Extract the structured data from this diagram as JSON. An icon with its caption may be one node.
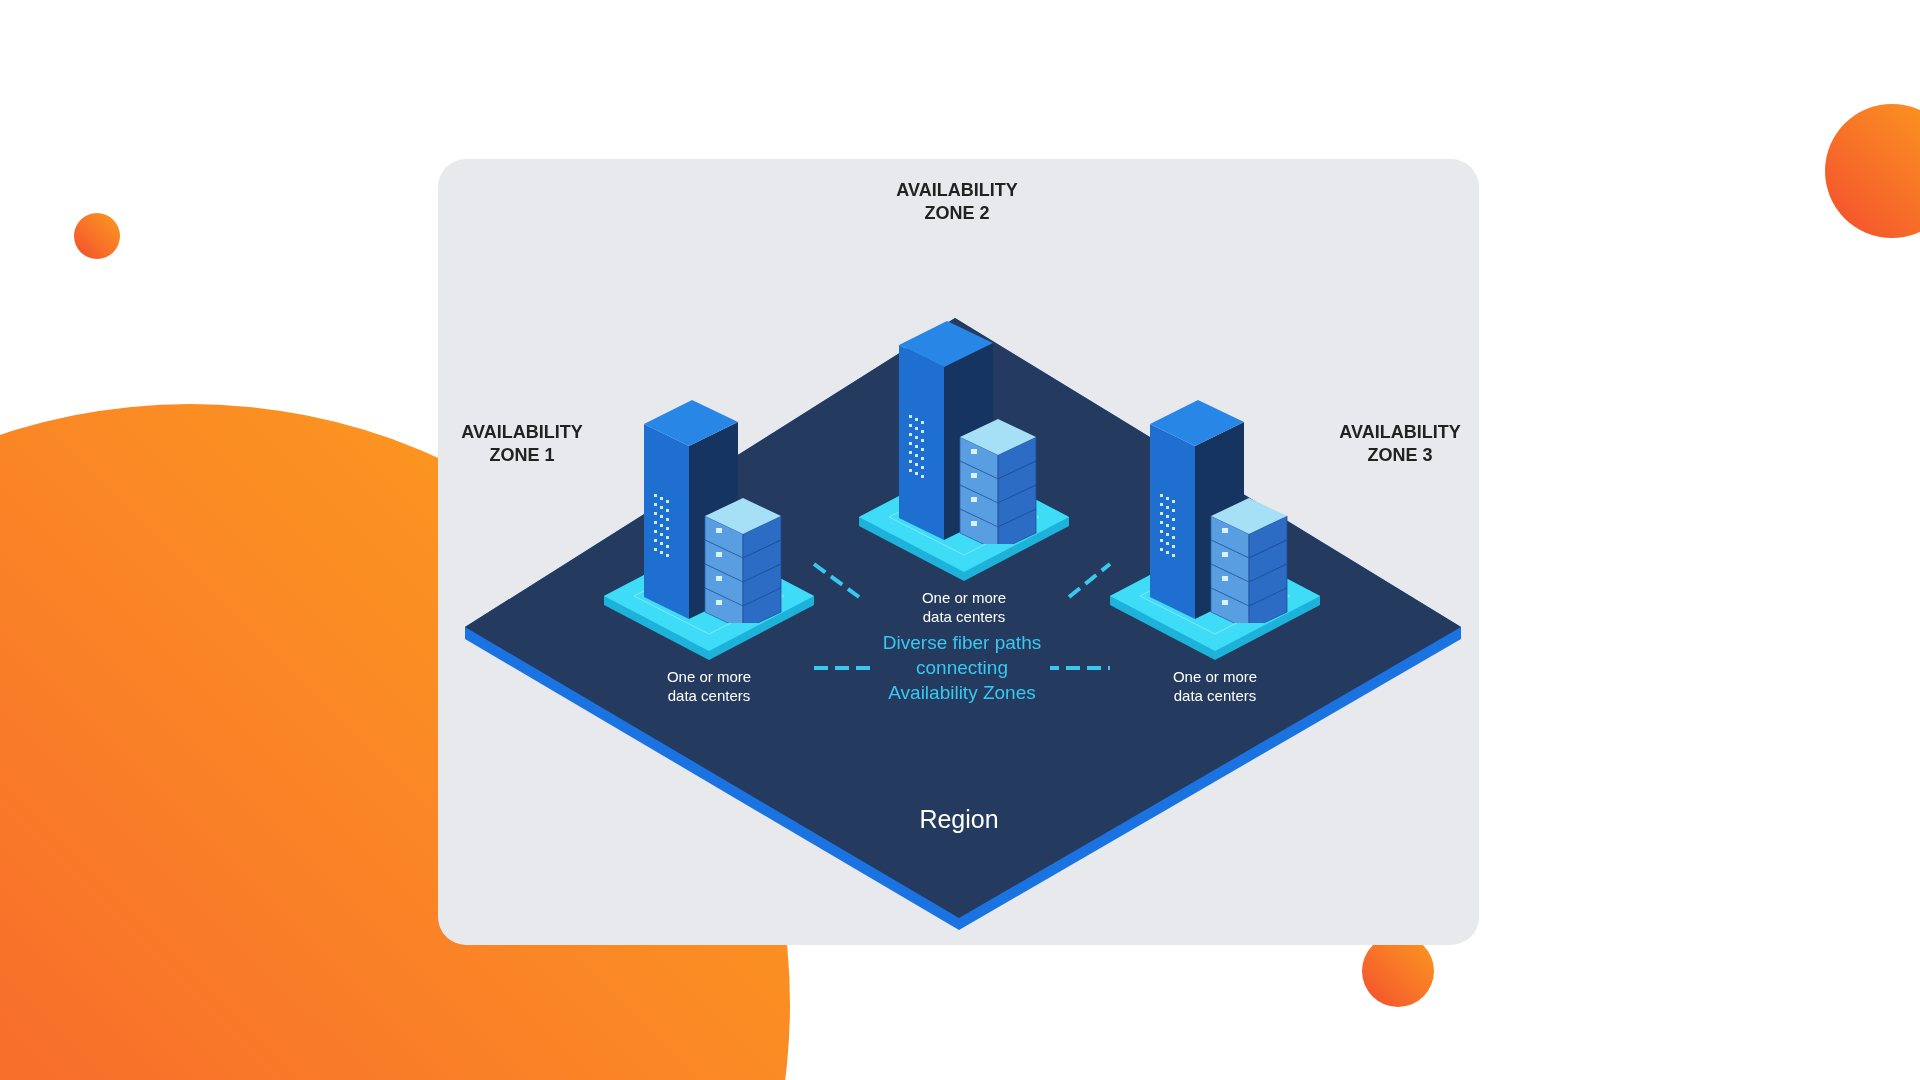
{
  "diagram": {
    "nodes": [
      {
        "text": [
          "Region"
        ]
      },
      {
        "text": [
          "One or more data centers"
        ],
        "in": 0
      },
      {
        "text": [
          "One or more data centers"
        ],
        "in": 0
      },
      {
        "text": [
          "One or more data centers"
        ],
        "in": 0
      }
    ],
    "edges": [
      {
        "from": 1,
        "to": 2,
        "arrow": "none",
        "style": "dashed"
      },
      {
        "from": 2,
        "to": 3,
        "arrow": "none",
        "style": "dashed"
      },
      {
        "from": 1,
        "to": 3,
        "arrow": "none",
        "style": "dashed",
        "label": "Diverse fiber paths connecting Availability Zones"
      }
    ],
    "labels": [
      "AVAILABILITY ZONE 2",
      "AVAILABILITY ZONE 1",
      "AVAILABILITY ZONE 3"
    ]
  }
}
